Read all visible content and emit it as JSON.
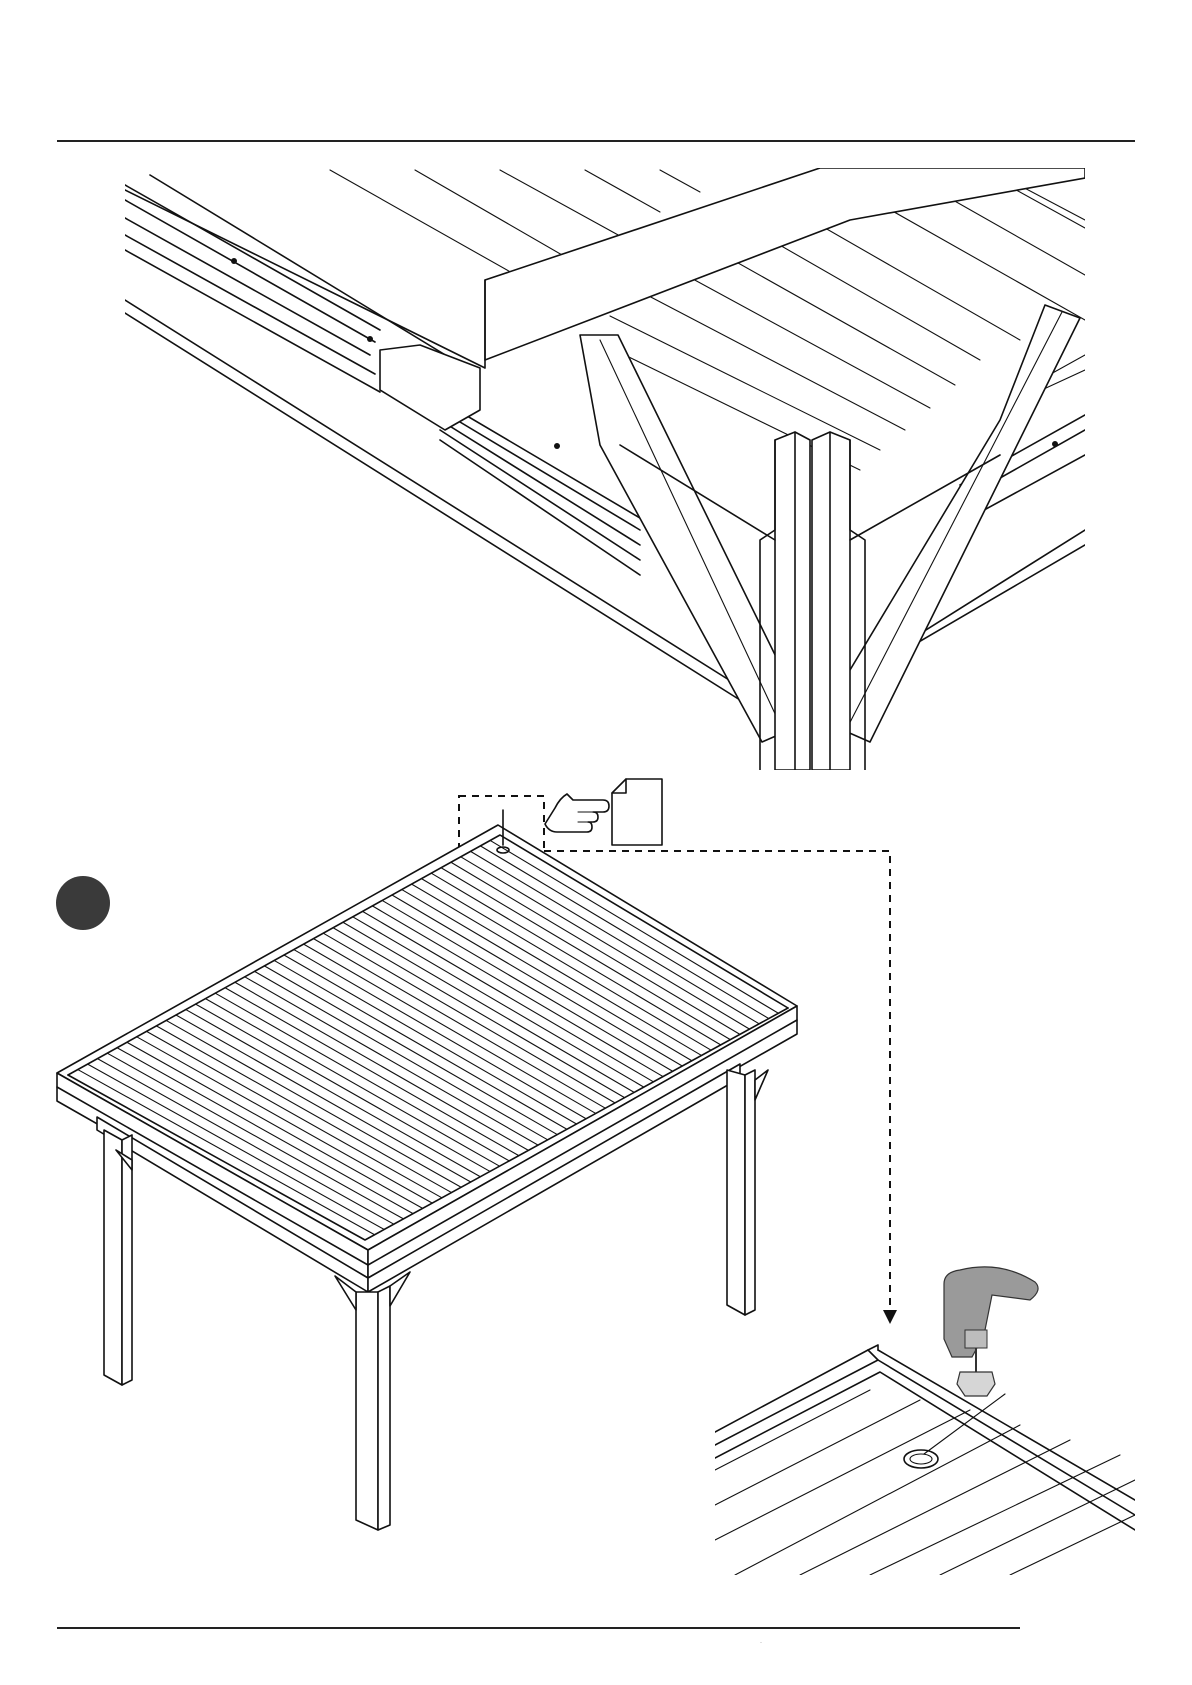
{
  "page": {
    "title": "",
    "step_badge": {
      "label": "",
      "color": "#3a3a3a"
    },
    "footer_mark": "·"
  },
  "figures": {
    "detail_view": {
      "icon": "roof-corner-detail-illustration"
    },
    "overview": {
      "icon": "pergola-roof-overview-illustration"
    },
    "callout": {
      "icon": "dashed-callout-box"
    },
    "reference": {
      "icon": "pointing-hand-icon",
      "doc_icon": "document-sheet-icon"
    },
    "drill_detail": {
      "icon": "drill-screw-detail-illustration"
    }
  },
  "colors": {
    "ink": "#111111",
    "badge": "#3a3a3a",
    "drill": "#9a9a9a"
  }
}
